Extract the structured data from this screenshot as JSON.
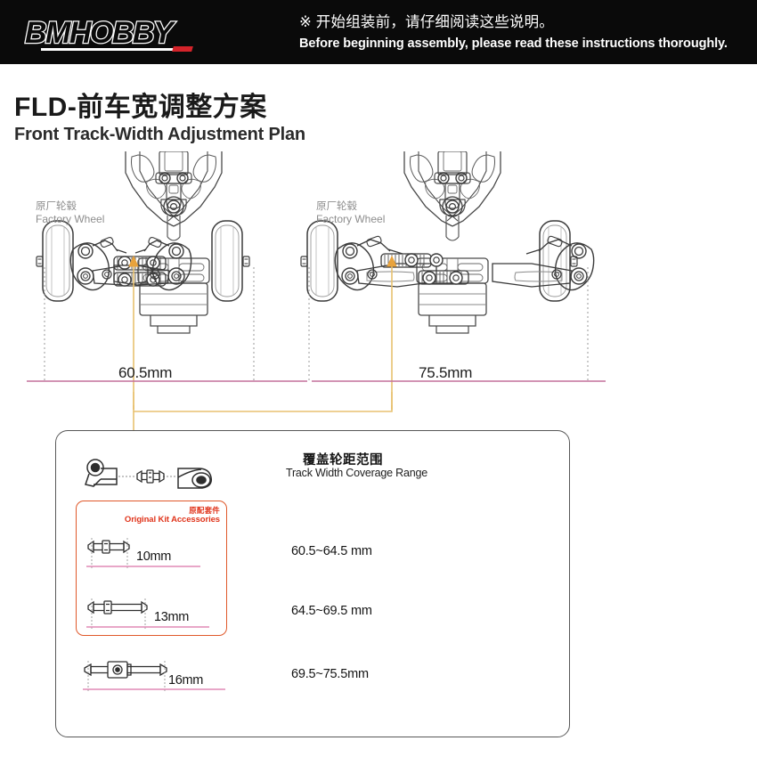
{
  "header": {
    "logo_text": "BMHOBBY",
    "notice_cn": "※ 开始组装前，请仔细阅读这些说明。",
    "notice_en": "Before beginning assembly, please read these instructions thoroughly."
  },
  "title": {
    "cn": "FLD-前车宽调整方案",
    "en": "Front Track-Width Adjustment Plan"
  },
  "diagrams": [
    {
      "wheel_label_cn": "原厂轮毂",
      "wheel_label_en": "Factory Wheel",
      "dimension": "60.5mm"
    },
    {
      "wheel_label_cn": "原厂轮毂",
      "wheel_label_en": "Factory Wheel",
      "dimension": "75.5mm"
    }
  ],
  "panel": {
    "kit_box": {
      "label_cn": "原配套件",
      "label_en": "Original Kit Accessories"
    },
    "range_header_cn": "覆盖轮距范围",
    "range_header_en": "Track Width Coverage Range",
    "rows": [
      {
        "pin_length": "10mm",
        "coverage": "60.5~64.5 mm"
      },
      {
        "pin_length": "13mm",
        "coverage": "64.5~69.5 mm"
      },
      {
        "pin_length": "16mm",
        "coverage": "69.5~75.5mm"
      }
    ]
  },
  "colors": {
    "header_bg": "#0a0a0a",
    "accent_red": "#d4232a",
    "kit_border": "#e0582a",
    "kit_text": "#e0341b",
    "dimension_line": "#c4709c",
    "connector_line": "#e8c170",
    "line_art": "#3b3b3b",
    "label_gray": "#8d8d8d"
  }
}
